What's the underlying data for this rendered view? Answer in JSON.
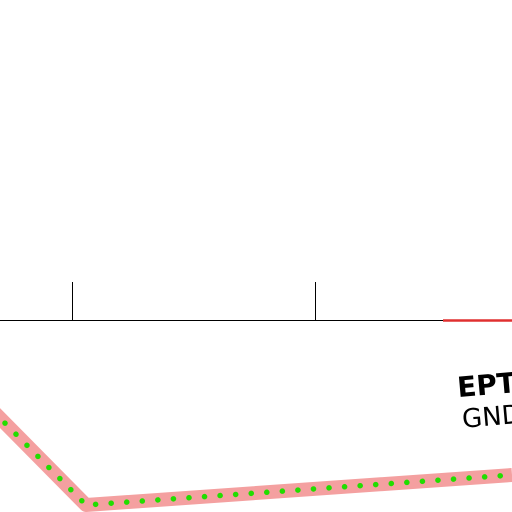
{
  "map": {
    "background_color": "#ffffff",
    "airspace_boundary": {
      "name": "airspace-boundary",
      "color": "#000000",
      "tick_count": 2
    },
    "runway_segment": {
      "color": "#e03030"
    },
    "route": {
      "buffer_color": "#f4a0a0",
      "dot_color": "#22dd00"
    },
    "airspace_label": {
      "code": "EPT",
      "floor": "GND"
    }
  }
}
